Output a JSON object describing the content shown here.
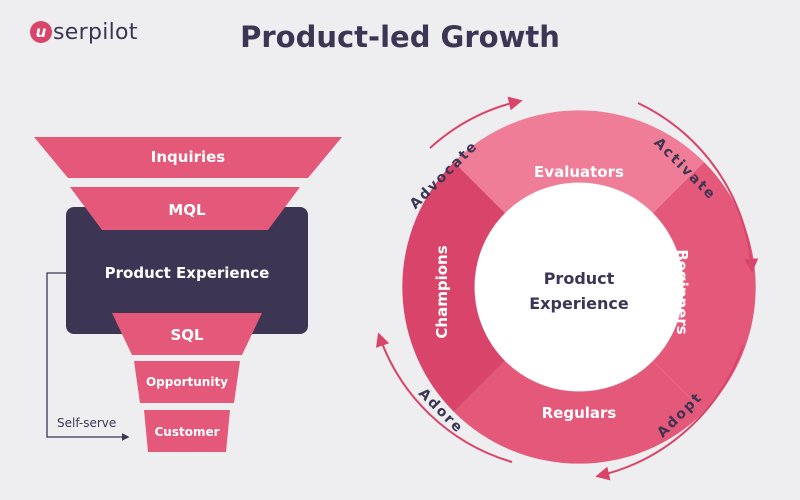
{
  "brand": {
    "logo_mark": "u",
    "logo_text": "serpilot"
  },
  "title": "Product-led Growth",
  "funnel": {
    "top_stages": [
      "Inquiries",
      "MQL"
    ],
    "center": "Product Experience",
    "bottom_stages": [
      "SQL",
      "Opportunity",
      "Customer"
    ],
    "side_label": "Self-serve"
  },
  "flywheel": {
    "center": [
      "Product",
      "Experience"
    ],
    "segments": [
      "Evaluators",
      "Beginners",
      "Regulars",
      "Champions"
    ],
    "outer_labels": [
      "Activate",
      "Adopt",
      "Adore",
      "Advocate"
    ]
  },
  "colors": {
    "dark": "#3d3554",
    "pink": "#e4587a",
    "pink_light": "#ef7d97",
    "pink_deep": "#d9446a",
    "background": "#eeedef"
  }
}
